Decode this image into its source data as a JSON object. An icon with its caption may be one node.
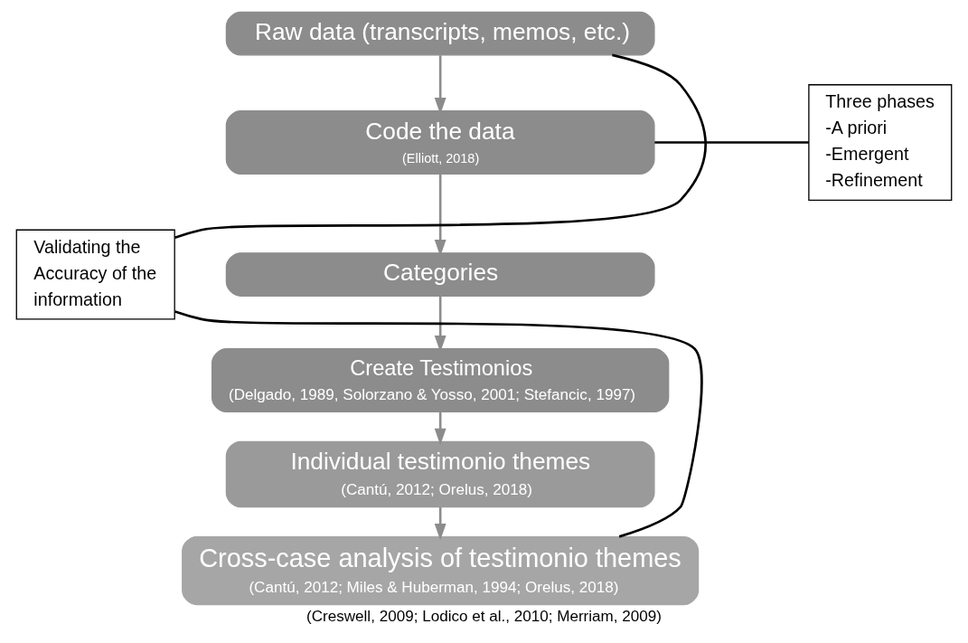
{
  "diagram": {
    "caption": "(Creswell, 2009; Lodico et al., 2010; Merriam, 2009)",
    "nodes": [
      {
        "text": [
          "Raw data (transcripts, memos, etc.)"
        ]
      },
      {
        "text": [
          "Code the data",
          "(Elliott, 2018)"
        ]
      },
      {
        "text": [
          "Categories"
        ]
      },
      {
        "text": [
          "Create Testimonios",
          "(Delgado, 1989, Solorzano & Yosso, 2001; Stefancic, 1997)"
        ]
      },
      {
        "text": [
          "Individual testimonio themes",
          "(Cantú, 2012; Orelus, 2018)"
        ]
      },
      {
        "text": [
          "Cross-case analysis of testimonio themes",
          "(Cantú, 2012; Miles & Huberman, 1994; Orelus, 2018)"
        ]
      },
      {
        "text": [
          "Three phases",
          "-A priori",
          "-Emergent",
          "-Refinement"
        ]
      },
      {
        "text": [
          "Validating the Accuracy of the information"
        ]
      }
    ],
    "edges": [
      {
        "from": 0,
        "to": 1,
        "arrow": "to"
      },
      {
        "from": 1,
        "to": 2,
        "arrow": "to"
      },
      {
        "from": 2,
        "to": 3,
        "arrow": "to"
      },
      {
        "from": 3,
        "to": 4,
        "arrow": "to"
      },
      {
        "from": 4,
        "to": 5,
        "arrow": "to"
      },
      {
        "from": 1,
        "to": 6,
        "arrow": "none",
        "color": "#000000"
      },
      {
        "from": 7,
        "to": 0,
        "arrow": "none",
        "color": "#000000"
      },
      {
        "from": 7,
        "to": 5,
        "arrow": "none",
        "color": "#000000"
      }
    ]
  }
}
